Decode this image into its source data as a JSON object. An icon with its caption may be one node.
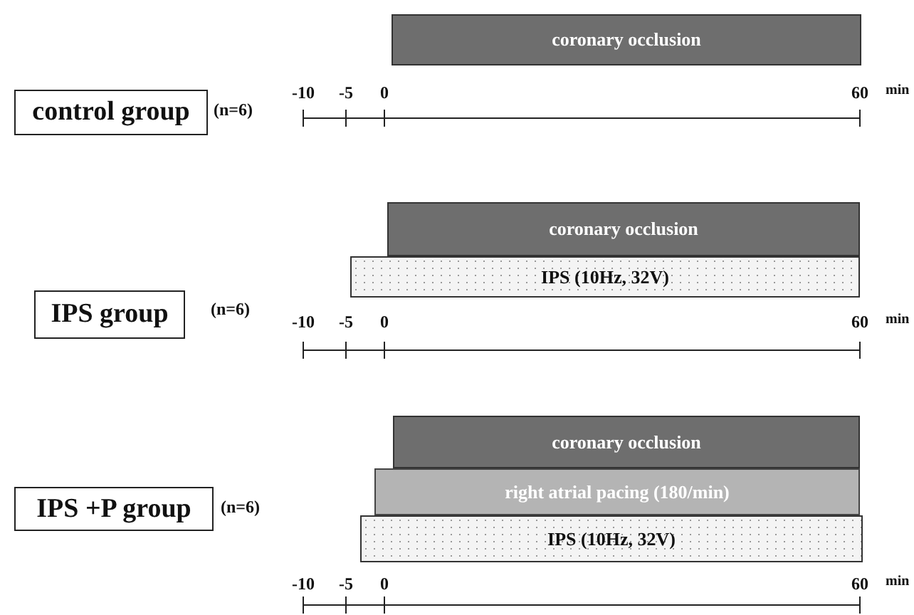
{
  "diagram": {
    "nodes": [
      {
        "text": [
          "control group"
        ],
        "beside": [
          "(n=6)"
        ]
      },
      {
        "text": [
          "coronary occlusion"
        ]
      },
      {
        "text": [
          "IPS group"
        ],
        "beside": [
          "(n=6)"
        ]
      },
      {
        "text": [
          "coronary occlusion"
        ]
      },
      {
        "text": [
          "IPS (10Hz, 32V)"
        ]
      },
      {
        "text": [
          "IPS +P group"
        ],
        "beside": [
          "(n=6)"
        ]
      },
      {
        "text": [
          "coronary occlusion"
        ]
      },
      {
        "text": [
          "right atrial pacing (180/min)"
        ]
      },
      {
        "text": [
          "IPS (10Hz, 32V)"
        ]
      }
    ],
    "labels": [
      "-10",
      "-5",
      "0",
      "60",
      "min",
      "-10",
      "-5",
      "0",
      "60",
      "min",
      "-10",
      "-5",
      "0",
      "60",
      "min"
    ]
  }
}
